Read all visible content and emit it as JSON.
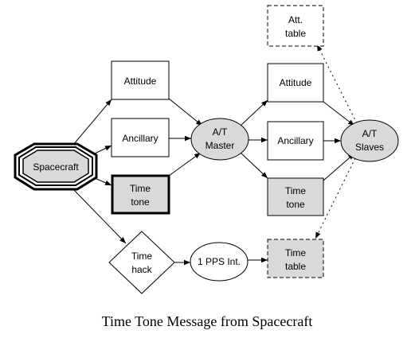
{
  "nodes": {
    "att_table": [
      "Att.",
      "table"
    ],
    "attitude_in": [
      "Attitude"
    ],
    "ancillary_in": [
      "Ancillary"
    ],
    "time_tone_in": [
      "Time",
      "tone"
    ],
    "spacecraft": [
      "Spacecraft"
    ],
    "at_master": [
      "A/T",
      "Master"
    ],
    "attitude_out": [
      "Attitude"
    ],
    "ancillary_out": [
      "Ancillary"
    ],
    "time_tone_out": [
      "Time",
      "tone"
    ],
    "at_slaves": [
      "A/T",
      "Slaves"
    ],
    "time_hack": [
      "Time",
      "hack"
    ],
    "pps": [
      "1 PPS Int."
    ],
    "time_table": [
      "Time",
      "table"
    ]
  },
  "caption": "Time Tone Message from Spacecraft",
  "colors": {
    "node_fill_gray": "#d9d9d9",
    "node_fill_white": "#ffffff",
    "stroke": "#000000"
  }
}
